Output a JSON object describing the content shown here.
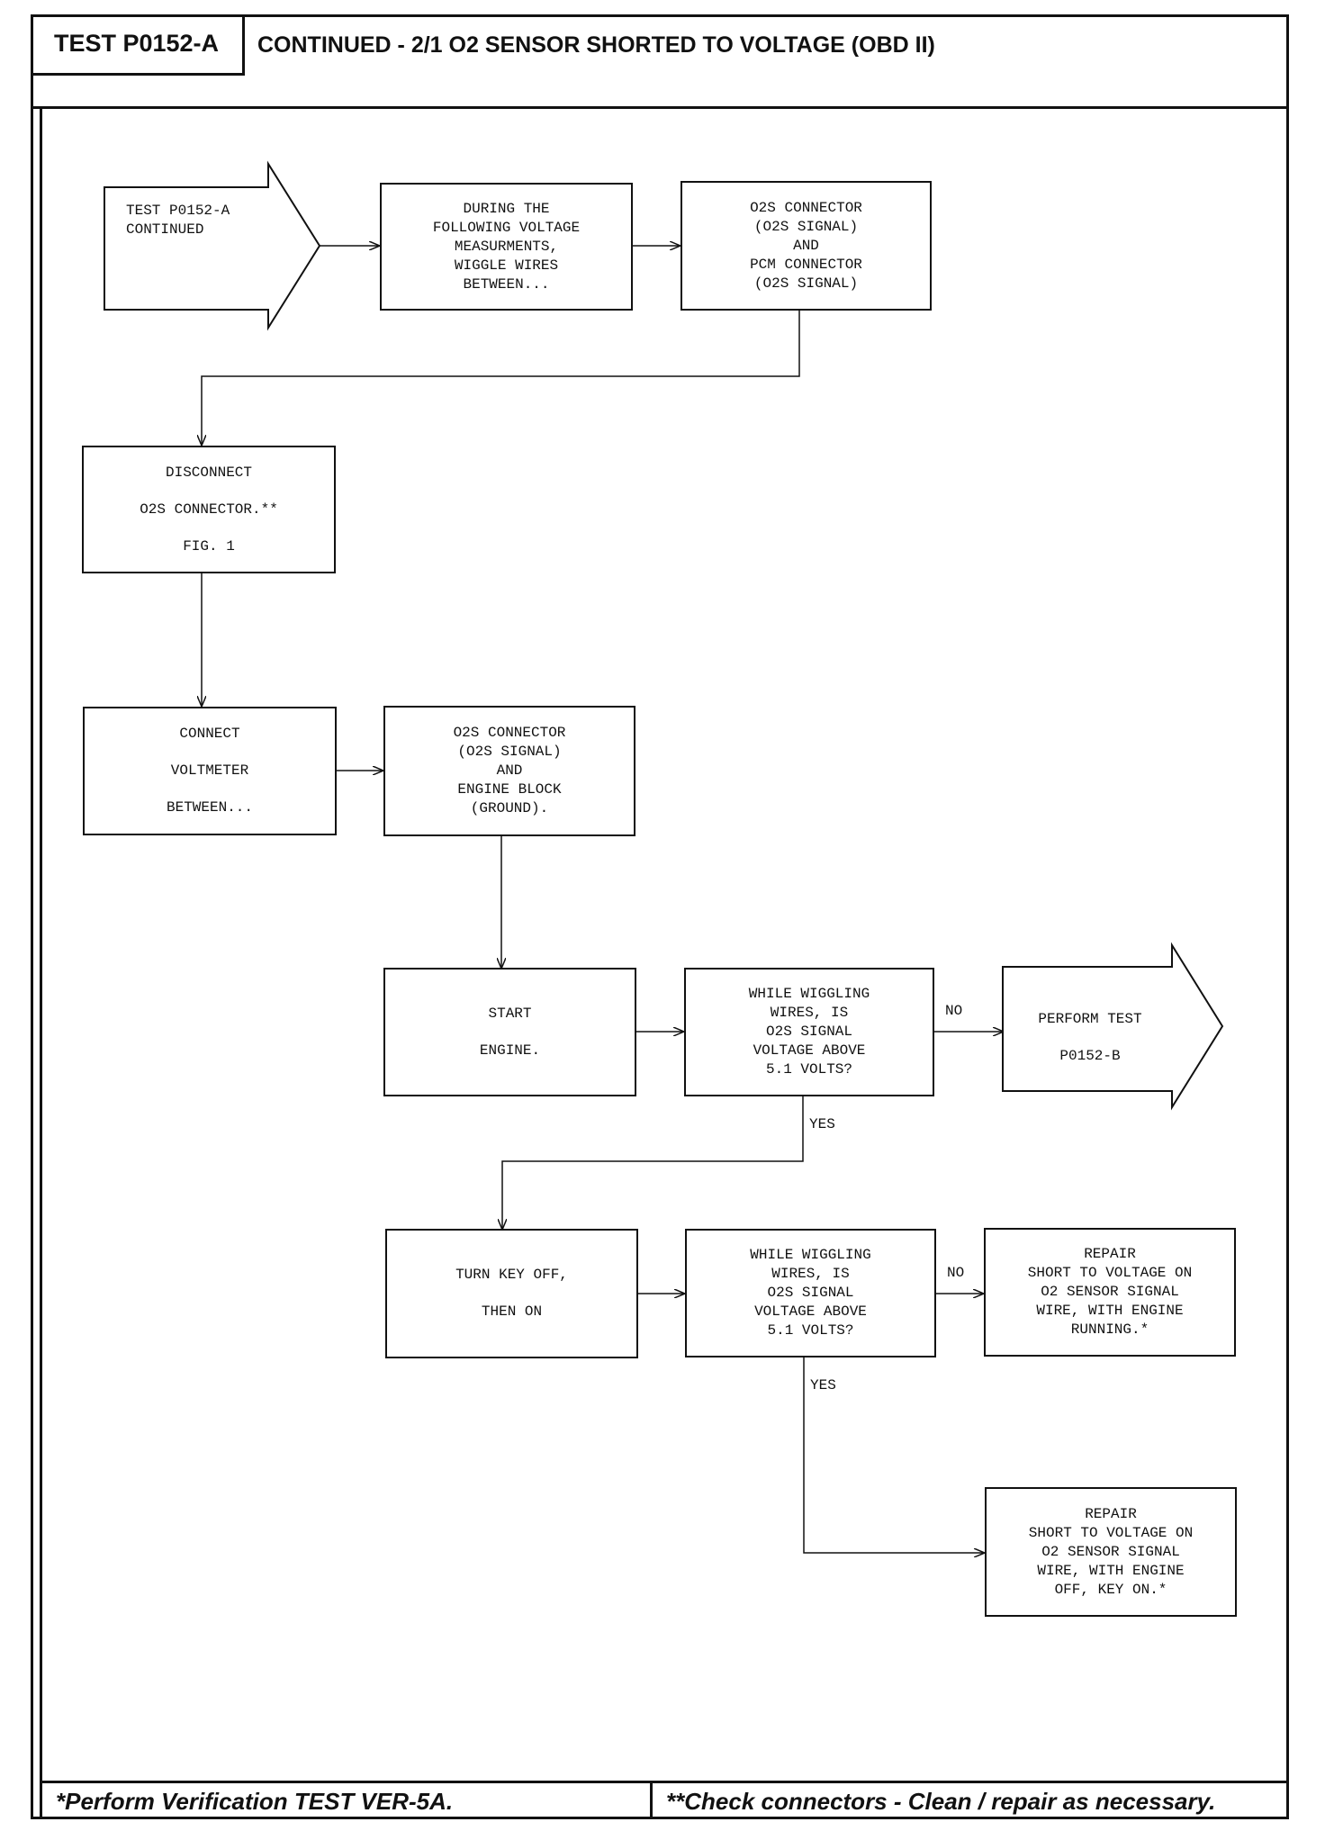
{
  "header": {
    "test_id": "TEST P0152-A",
    "title": "CONTINUED - 2/1 O2 SENSOR SHORTED TO VOLTAGE (OBD II)"
  },
  "flow": {
    "start": [
      "TEST P0152-A",
      "CONTINUED"
    ],
    "wiggle": [
      "DURING THE",
      "FOLLOWING VOLTAGE",
      "MEASURMENTS,",
      "WIGGLE WIRES",
      "BETWEEN..."
    ],
    "connectors": [
      "O2S CONNECTOR",
      "(O2S SIGNAL)",
      "AND",
      "PCM CONNECTOR",
      "(O2S SIGNAL)"
    ],
    "disconnect": [
      "DISCONNECT",
      "O2S CONNECTOR.**",
      "FIG. 1"
    ],
    "connect_vm": [
      "CONNECT",
      "VOLTMETER",
      "BETWEEN..."
    ],
    "connector_ground": [
      "O2S CONNECTOR",
      "(O2S SIGNAL)",
      "AND",
      "ENGINE BLOCK",
      "(GROUND)."
    ],
    "start_engine": [
      "START",
      "ENGINE."
    ],
    "question1": [
      "WHILE WIGGLING",
      "WIRES, IS",
      "O2S SIGNAL",
      "VOLTAGE ABOVE",
      "5.1 VOLTS?"
    ],
    "perform_test": [
      "PERFORM TEST",
      "P0152-B"
    ],
    "key_off_on": [
      "TURN KEY OFF,",
      "THEN ON"
    ],
    "question2": [
      "WHILE WIGGLING",
      "WIRES, IS",
      "O2S SIGNAL",
      "VOLTAGE ABOVE",
      "5.1 VOLTS?"
    ],
    "repair_running": [
      "REPAIR",
      "SHORT TO VOLTAGE ON",
      "O2 SENSOR SIGNAL",
      "WIRE, WITH ENGINE",
      "RUNNING.*"
    ],
    "repair_key_on": [
      "REPAIR",
      "SHORT TO VOLTAGE ON",
      "O2 SENSOR SIGNAL",
      "WIRE, WITH ENGINE",
      "OFF, KEY ON.*"
    ],
    "no_label_1": "NO",
    "yes_label_1": "YES",
    "no_label_2": "NO",
    "yes_label_2": "YES"
  },
  "footer": {
    "left_note": "*Perform Verification TEST VER-5A.",
    "right_note": "**Check connectors - Clean / repair as necessary."
  }
}
